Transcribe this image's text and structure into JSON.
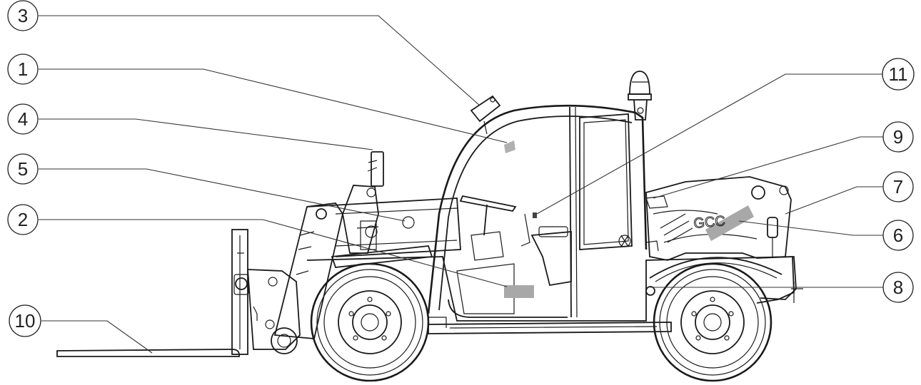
{
  "callouts": [
    {
      "id": "c3",
      "label": "3"
    },
    {
      "id": "c1",
      "label": "1"
    },
    {
      "id": "c4",
      "label": "4"
    },
    {
      "id": "c5",
      "label": "5"
    },
    {
      "id": "c2",
      "label": "2"
    },
    {
      "id": "c10",
      "label": "10"
    },
    {
      "id": "c11",
      "label": "11"
    },
    {
      "id": "c9",
      "label": "9"
    },
    {
      "id": "c7",
      "label": "7"
    },
    {
      "id": "c6",
      "label": "6"
    },
    {
      "id": "c8",
      "label": "8"
    }
  ],
  "logo_text": "GCC",
  "colors": {
    "line": "#1a1a1a",
    "decal": "#a8a8a8",
    "background": "#ffffff"
  }
}
